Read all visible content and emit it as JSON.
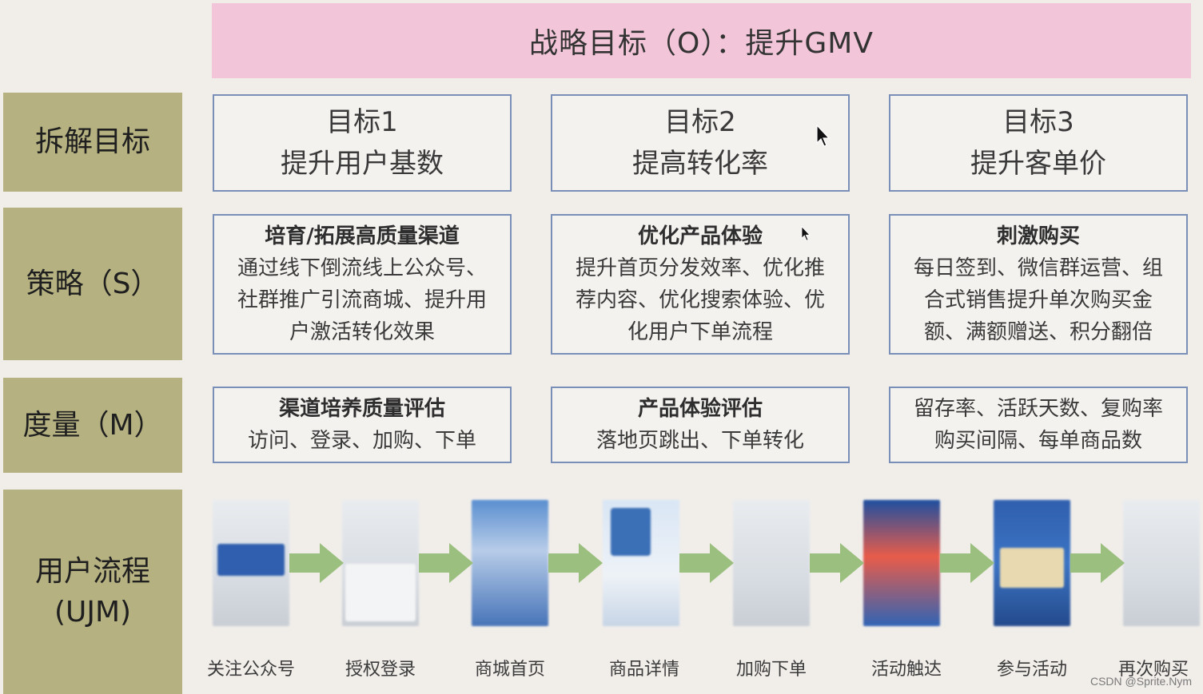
{
  "objective": "战略目标（O）：提升GMV",
  "rows": {
    "goals": "拆解目标",
    "strategy": "策略（S）",
    "metrics": "度量（M）",
    "ujm_line1": "用户流程",
    "ujm_line2": "(UJM)"
  },
  "goals": [
    {
      "title": "目标1",
      "text": "提升用户基数"
    },
    {
      "title": "目标2",
      "text": "提高转化率"
    },
    {
      "title": "目标3",
      "text": "提升客单价"
    }
  ],
  "strategies": [
    {
      "title": "培育/拓展高质量渠道",
      "lines": [
        "通过线下倒流线上公众号、",
        "社群推广引流商城、提升用",
        "户激活转化效果"
      ]
    },
    {
      "title": "优化产品体验",
      "lines": [
        "提升首页分发效率、优化推",
        "荐内容、优化搜索体验、优",
        "化用户下单流程"
      ]
    },
    {
      "title": "刺激购买",
      "lines": [
        "每日签到、微信群运营、组",
        "合式销售提升单次购买金",
        "额、满额赠送、积分翻倍"
      ]
    }
  ],
  "metrics": [
    {
      "title": "渠道培养质量评估",
      "text": "访问、登录、加购、下单"
    },
    {
      "title": "产品体验评估",
      "text": "落地页跳出、下单转化"
    },
    {
      "title": "留存率、活跃天数、复购率",
      "text": "购买间隔、每单商品数"
    }
  ],
  "steps": [
    "关注公众号",
    "授权登录",
    "商城首页",
    "商品详情",
    "加购下单",
    "活动触达",
    "参与活动",
    "再次购买"
  ],
  "watermark": "CSDN @Sprite.Nym",
  "colors": {
    "objective_bg": "#f2c6d8",
    "row_label_bg": "#b5b181",
    "box_border": "#7a8fb7",
    "arrow": "#9bbf7e"
  }
}
